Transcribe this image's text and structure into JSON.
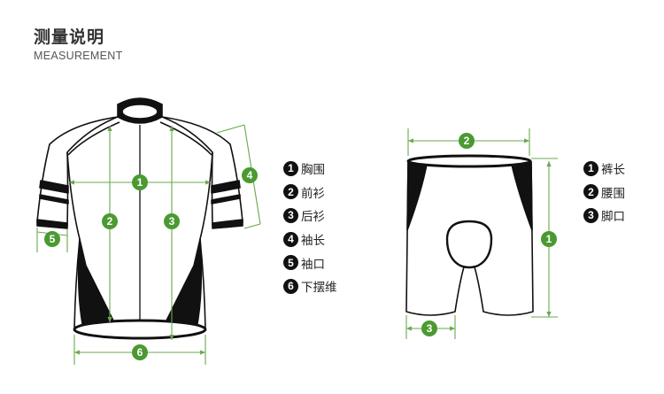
{
  "header": {
    "title": "测量说明",
    "subtitle": "MEASUREMENT"
  },
  "colors": {
    "accent_green": "#4a9a31",
    "dimension_line": "#6aa84f",
    "garment_black": "#111111",
    "legend_badge": "#111111"
  },
  "jersey": {
    "markers": [
      "1",
      "2",
      "3",
      "4",
      "5",
      "6"
    ],
    "legend": [
      {
        "num": "1",
        "label": "胸围"
      },
      {
        "num": "2",
        "label": "前衫"
      },
      {
        "num": "3",
        "label": "后衫"
      },
      {
        "num": "4",
        "label": "袖长"
      },
      {
        "num": "5",
        "label": "袖口"
      },
      {
        "num": "6",
        "label": "下摆维"
      }
    ]
  },
  "shorts": {
    "markers": [
      "1",
      "2",
      "3"
    ],
    "legend": [
      {
        "num": "1",
        "label": "裤长"
      },
      {
        "num": "2",
        "label": "腰围"
      },
      {
        "num": "3",
        "label": "脚口"
      }
    ]
  }
}
